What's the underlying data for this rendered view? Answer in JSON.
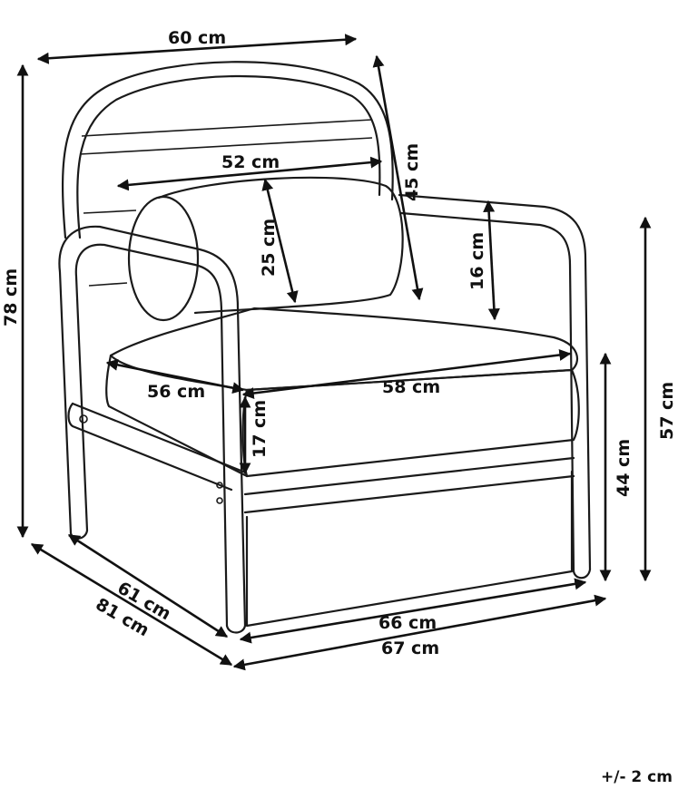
{
  "dimensions": {
    "width_top": "60 cm",
    "backrest_width": "52 cm",
    "backrest_depth": "45 cm",
    "cushion_height": "25 cm",
    "armrest_height": "16 cm",
    "total_height": "78 cm",
    "seat_height": "57 cm",
    "leg_height": "44 cm",
    "seat_depth_left": "56 cm",
    "seat_width": "58 cm",
    "seat_thickness": "17 cm",
    "depth_inner": "61 cm",
    "depth_outer": "81 cm",
    "width_inner": "66 cm",
    "width_outer": "67 cm"
  },
  "tolerance": "+/- 2 cm"
}
